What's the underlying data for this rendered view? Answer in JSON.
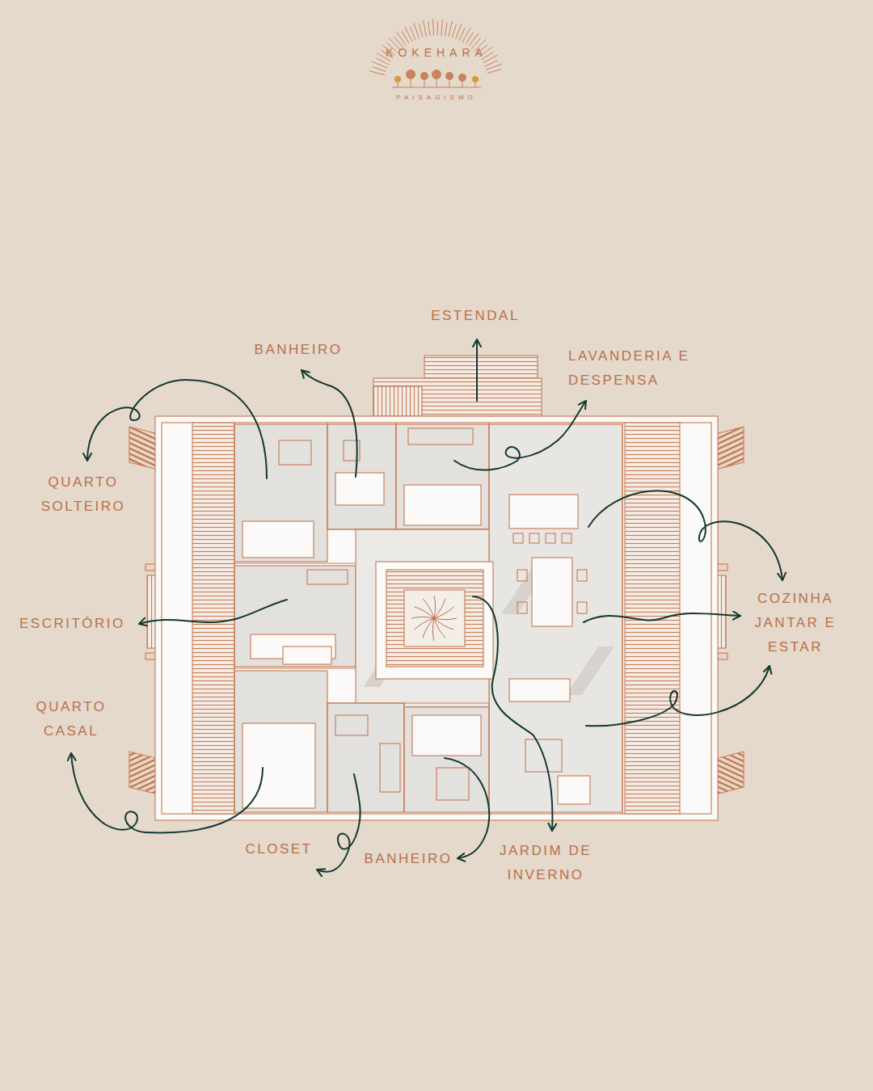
{
  "diagram": {
    "labels": [
      "KOKEHARA",
      "PAISAGISMO",
      "ESTENDAL",
      "BANHEIRO",
      "LAVANDERIA E DESPENSA",
      "QUARTO SOLTEIRO",
      "ESCRITÓRIO",
      "COZINHA JANTAR E ESTAR",
      "QUARTO CASAL",
      "CLOSET",
      "BANHEIRO",
      "JARDIM DE INVERNO"
    ]
  }
}
